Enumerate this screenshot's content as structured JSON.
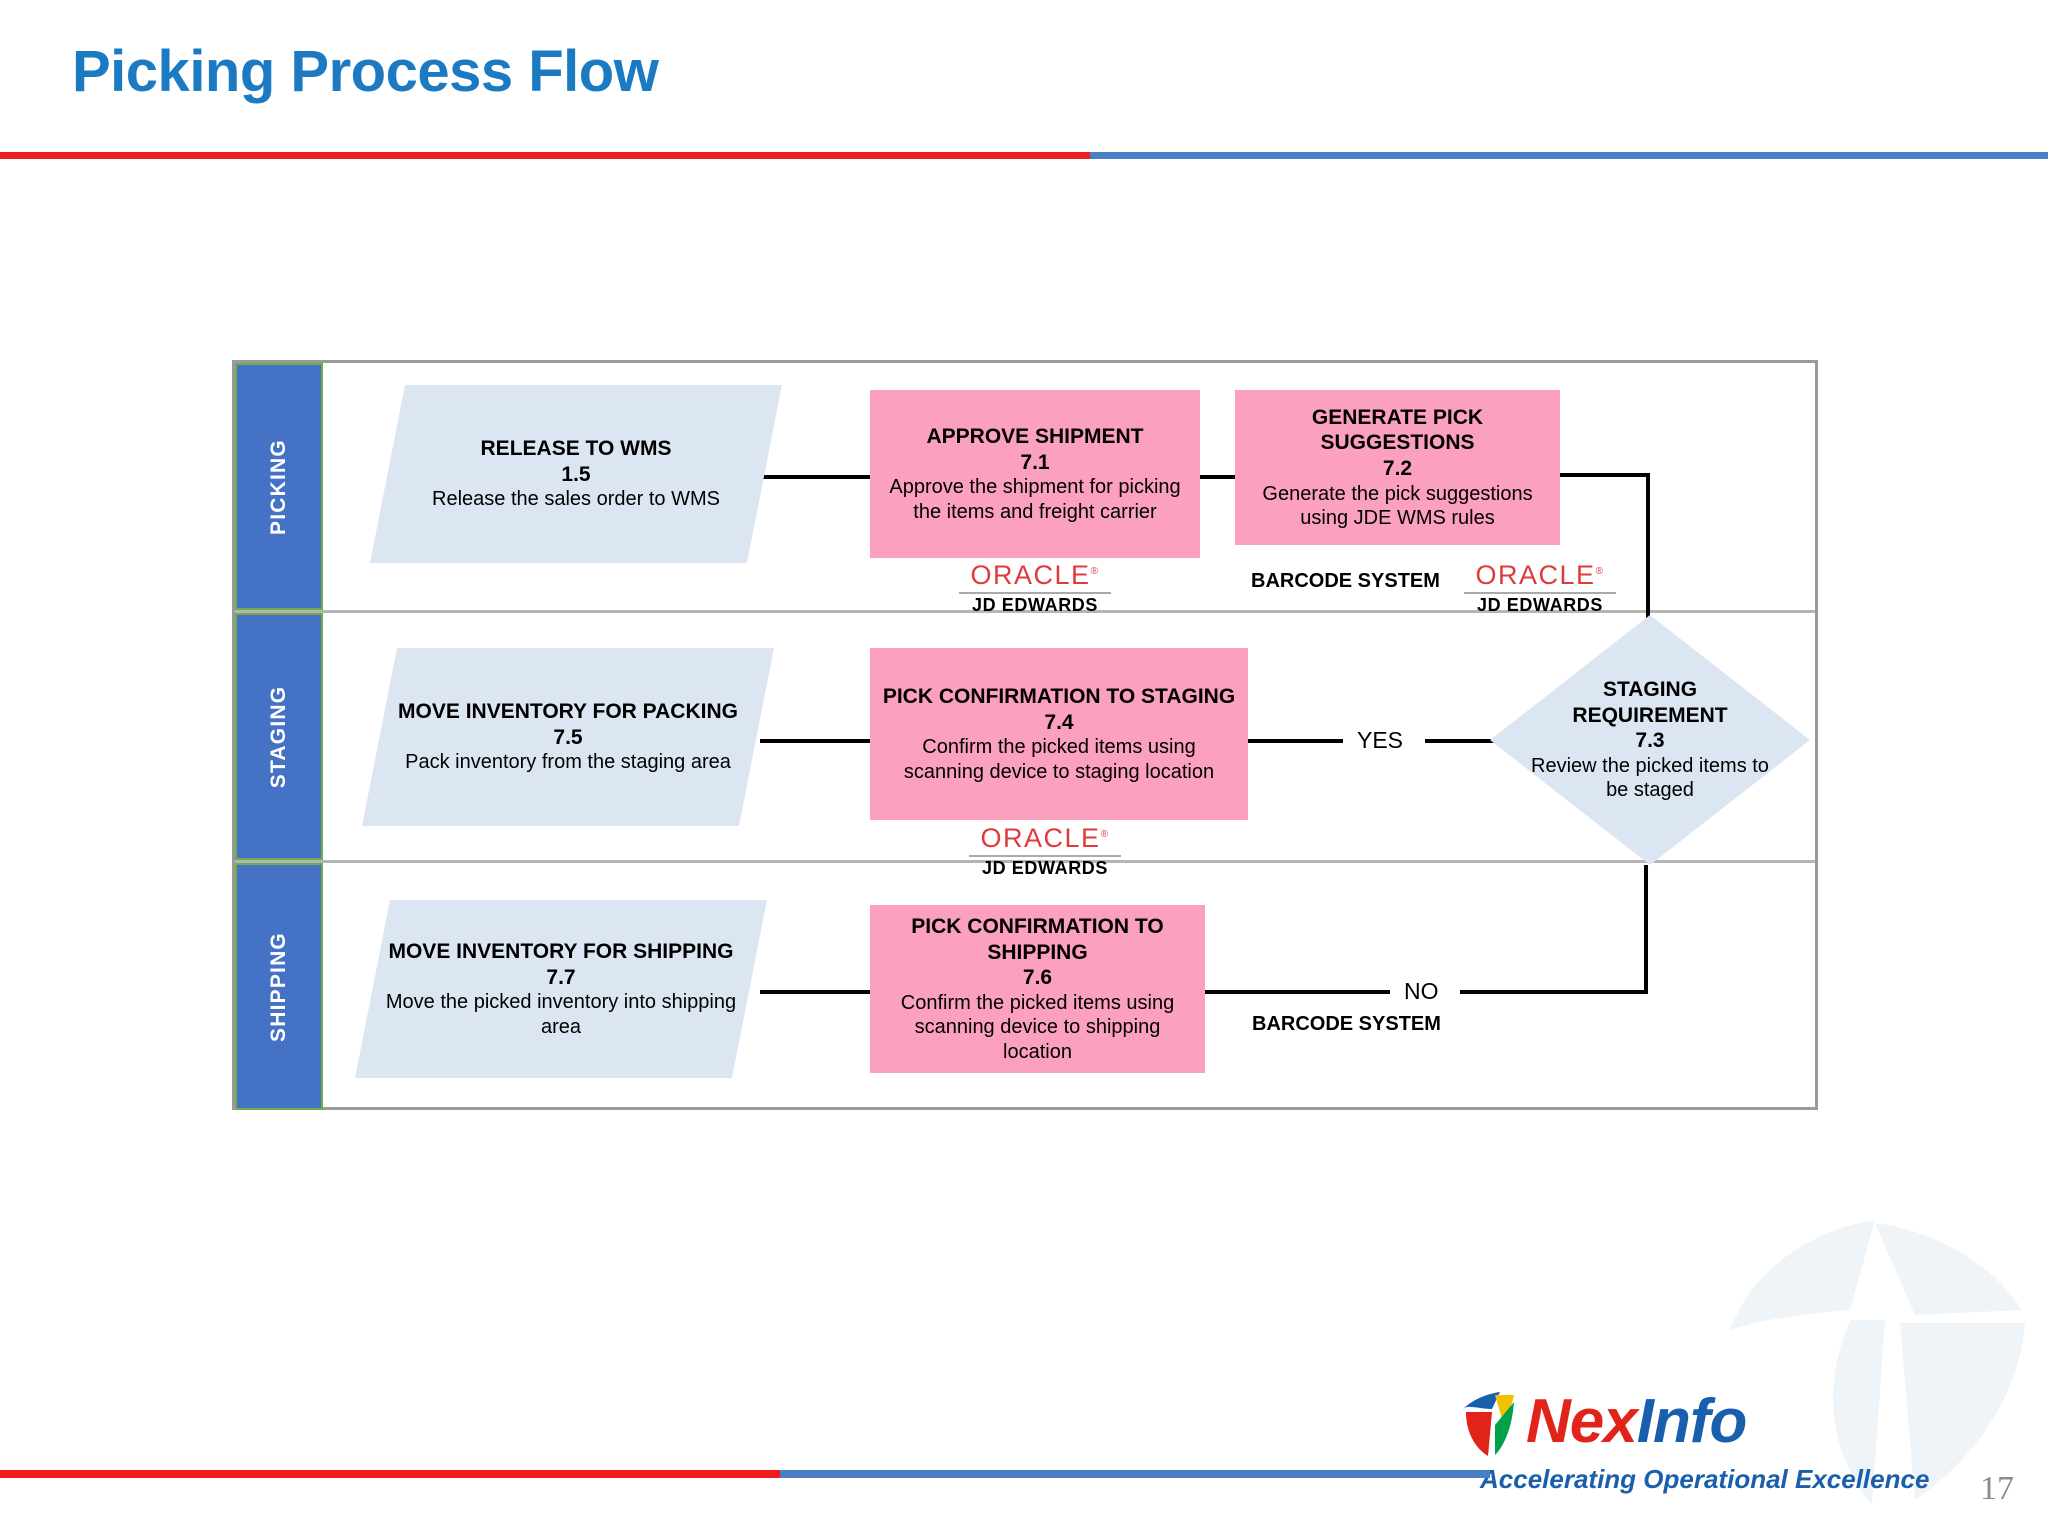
{
  "header": {
    "title": "Picking Process Flow",
    "rule_red": "#ee1c1c",
    "rule_blue": "#4a7fc8"
  },
  "footer": {
    "page_number": "17"
  },
  "brand": {
    "name_part1": "Nex",
    "name_part2": "Info",
    "tagline": "Accelerating Operational Excellence",
    "color_red": "#e2231a",
    "color_blue": "#1a5fae"
  },
  "diagram": {
    "type": "swimlane-flowchart",
    "lanes": [
      {
        "label": "PICKING"
      },
      {
        "label": "STAGING"
      },
      {
        "label": "SHIPPING"
      }
    ],
    "nodes": [
      {
        "id": "1.5",
        "lane": "PICKING",
        "shape": "parallelogram",
        "title": "RELEASE TO WMS",
        "code": "1.5",
        "desc": "Release the sales order to WMS",
        "fill": "#dce6f2"
      },
      {
        "id": "7.1",
        "lane": "PICKING",
        "shape": "rectangle",
        "title": "APPROVE SHIPMENT",
        "code": "7.1",
        "desc": "Approve the shipment for picking the items and freight carrier",
        "fill": "#fba0be",
        "system": "ORACLE JD EDWARDS"
      },
      {
        "id": "7.2",
        "lane": "PICKING",
        "shape": "rectangle",
        "title": "GENERATE PICK SUGGESTIONS",
        "code": "7.2",
        "desc": "Generate the pick suggestions using JDE WMS rules",
        "fill": "#fba0be",
        "system": "ORACLE JD EDWARDS",
        "system2": "BARCODE SYSTEM"
      },
      {
        "id": "7.5",
        "lane": "STAGING",
        "shape": "parallelogram",
        "title": "MOVE INVENTORY FOR PACKING",
        "code": "7.5",
        "desc": "Pack inventory from the staging area",
        "fill": "#dce6f2"
      },
      {
        "id": "7.4",
        "lane": "STAGING",
        "shape": "rectangle",
        "title": "PICK CONFIRMATION TO STAGING",
        "code": "7.4",
        "desc": "Confirm the picked items using scanning device to staging location",
        "fill": "#fba0be",
        "system": "ORACLE JD EDWARDS"
      },
      {
        "id": "7.3",
        "lane": "STAGING",
        "shape": "diamond",
        "title": "STAGING REQUIREMENT",
        "code": "7.3",
        "desc": "Review the picked items to be staged",
        "fill": "#dce6f2"
      },
      {
        "id": "7.7",
        "lane": "SHIPPING",
        "shape": "parallelogram",
        "title": "MOVE INVENTORY FOR SHIPPING",
        "code": "7.7",
        "desc": "Move the picked inventory into shipping area",
        "fill": "#dce6f2"
      },
      {
        "id": "7.6",
        "lane": "SHIPPING",
        "shape": "rectangle",
        "title": "PICK CONFIRMATION TO SHIPPING",
        "code": "7.6",
        "desc": "Confirm the picked items using scanning device to shipping location",
        "fill": "#fba0be",
        "system": "BARCODE SYSTEM"
      }
    ],
    "branch_labels": {
      "yes": "YES",
      "no": "NO"
    },
    "system_labels": {
      "barcode_row1": "BARCODE SYSTEM",
      "barcode_row3": "BARCODE SYSTEM"
    },
    "oracle_logo": {
      "word": "ORACLE",
      "trademark": "®",
      "product": "JD EDWARDS"
    }
  }
}
